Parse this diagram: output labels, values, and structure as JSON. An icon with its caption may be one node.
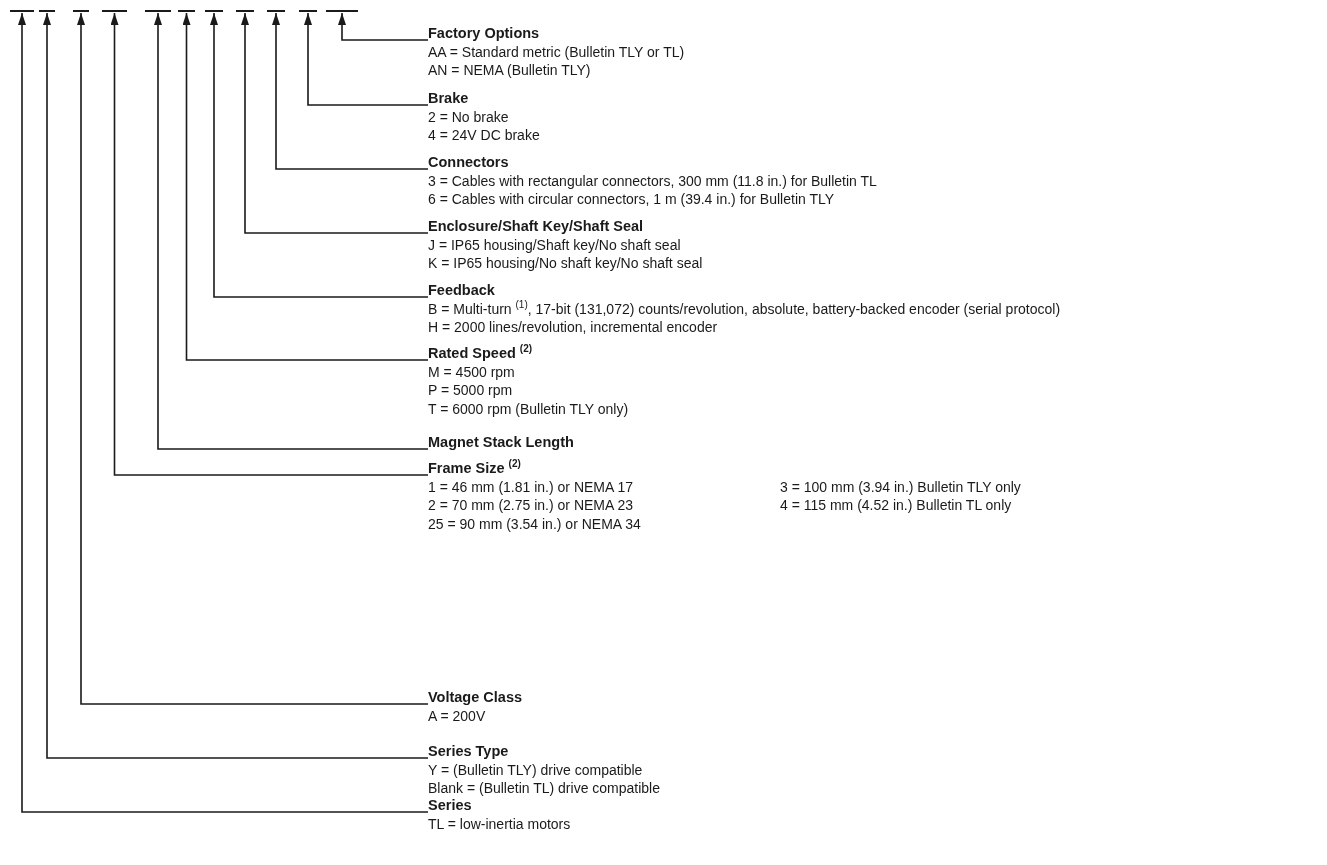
{
  "diagram": {
    "nodes": [
      {
        "text": [],
        "shape": "bar"
      },
      {
        "text": [],
        "shape": "bar"
      },
      {
        "text": [],
        "shape": "bar"
      },
      {
        "text": [],
        "shape": "bar"
      },
      {
        "text": [],
        "shape": "bar"
      },
      {
        "text": [],
        "shape": "bar"
      },
      {
        "text": [],
        "shape": "bar"
      },
      {
        "text": [],
        "shape": "bar"
      },
      {
        "text": [],
        "shape": "bar"
      },
      {
        "text": [],
        "shape": "bar"
      },
      {
        "text": [],
        "shape": "bar"
      },
      {
        "text": [
          "Factory Options",
          "AA = Standard metric (Bulletin TLY or TL)",
          "AN = NEMA (Bulletin TLY)"
        ]
      },
      {
        "text": [
          "Brake",
          "2 = No brake",
          "4 = 24V DC brake"
        ]
      },
      {
        "text": [
          "Connectors",
          "3 = Cables with rectangular connectors, 300 mm (11.8 in.) for Bulletin TL",
          "6 = Cables with circular connectors, 1 m (39.4 in.) for Bulletin TLY"
        ]
      },
      {
        "text": [
          "Enclosure/Shaft Key/Shaft Seal",
          "J = IP65 housing/Shaft key/No shaft seal",
          "K = IP65 housing/No shaft key/No shaft seal"
        ]
      },
      {
        "text": [
          "Feedback",
          "B = Multi-turn $^{(1)}$, 17-bit (131,072) counts/revolution, absolute, battery-backed encoder (serial protocol)",
          "H = 2000 lines/revolution, incremental encoder"
        ]
      },
      {
        "text": [
          "Rated Speed $^{(2)}$",
          "M = 4500 rpm",
          "P = 5000 rpm",
          "T = 6000 rpm (Bulletin TLY only)"
        ]
      },
      {
        "text": [
          "Magnet Stack Length"
        ]
      },
      {
        "text": [
          "Frame Size $^{(2)}$",
          "1 = 46 mm (1.81 in.) or NEMA 17",
          "3 = 100 mm (3.94 in.) Bulletin TLY only",
          "2 = 70 mm (2.75 in.) or NEMA 23",
          "4 = 115 mm (4.52 in.) Bulletin TL only",
          "25 = 90 mm (3.54 in.) or NEMA 34"
        ]
      },
      {
        "text": [
          "Voltage Class",
          "A = 200V"
        ]
      },
      {
        "text": [
          "Series Type",
          "Y = (Bulletin TLY) drive compatible",
          "Blank = (Bulletin TL) drive compatible"
        ]
      },
      {
        "text": [
          "Series",
          "TL = low-inertia motors"
        ]
      }
    ],
    "edges": [
      {
        "from": 11,
        "to": 10,
        "arrow": "to"
      },
      {
        "from": 12,
        "to": 9,
        "arrow": "to"
      },
      {
        "from": 13,
        "to": 8,
        "arrow": "to"
      },
      {
        "from": 14,
        "to": 7,
        "arrow": "to"
      },
      {
        "from": 15,
        "to": 6,
        "arrow": "to"
      },
      {
        "from": 16,
        "to": 5,
        "arrow": "to"
      },
      {
        "from": 17,
        "to": 4,
        "arrow": "to"
      },
      {
        "from": 18,
        "to": 3,
        "arrow": "to"
      },
      {
        "from": 19,
        "to": 2,
        "arrow": "to"
      },
      {
        "from": 20,
        "to": 1,
        "arrow": "to"
      },
      {
        "from": 21,
        "to": 0,
        "arrow": "to"
      }
    ]
  }
}
